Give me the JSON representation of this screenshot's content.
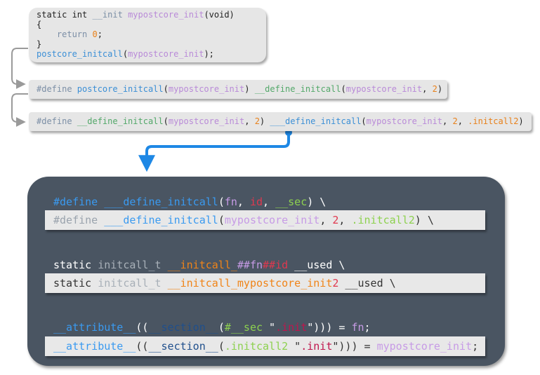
{
  "top_block": {
    "l1_static": "static int ",
    "l1_init": "__init",
    "l1_fn": " mypostcore_init",
    "l1_void": "(void)",
    "l2": "{",
    "l3_return": "    return ",
    "l3_zero": "0",
    "l3_semi": ";",
    "l4": "}",
    "l5_call": "postcore_initcall",
    "l5_paren": "(",
    "l5_arg": "mypostcore_init",
    "l5_end": ");"
  },
  "define1": {
    "kw": "#define ",
    "name": "postcore_initcall",
    "p1": "(",
    "arg": "mypostcore_init",
    "p2": ") ",
    "macro": "__define_initcall",
    "p3": "(",
    "arg2": "mypostcore_init",
    "comma": ", ",
    "num": "2",
    "p4": ")"
  },
  "define2": {
    "kw": "#define ",
    "macro": "__define_initcall",
    "p1": "(",
    "arg": "mypostcore_init",
    "comma": ", ",
    "num": "2",
    "p2": ") ",
    "macro2": "___define_initcall",
    "p3": "(",
    "arg2": "mypostcore_init",
    "comma2": ", ",
    "num2": "2",
    "comma3": ", ",
    "sec": ".initcall2",
    "p4": ")"
  },
  "panel": {
    "row1": {
      "kw": "#define ",
      "macro": "___define_initcall",
      "p1": "(",
      "fn": "fn",
      "c1": ", ",
      "id": "id",
      "c2": ", ",
      "sec": "__sec",
      "end": ") \\"
    },
    "row1_box": {
      "kw": "#define ",
      "macro": "___define_initcall",
      "p1": "(",
      "arg": "mypostcore_init",
      "c1": ", ",
      "num": "2",
      "c2": ", ",
      "sec": ".initcall2",
      "end": ") \\"
    },
    "row2": {
      "static": "static ",
      "type": "initcall_t ",
      "pre": "__initcall_",
      "hash1": "##",
      "fn": "fn",
      "hash2": "##",
      "id": "id",
      "used": " __used \\"
    },
    "row2_box": {
      "static": "static ",
      "type": "initcall_t ",
      "pre": "__initcall_mypostcore_init",
      "num": "2",
      "used": " __used \\"
    },
    "row3": {
      "attr": "__attribute__",
      "p1": "((",
      "section": "__section__",
      "p2": "(",
      "sec": "#__sec",
      "q1": " \"",
      "init": ".init",
      "q2": "\"))) = ",
      "fn": "fn",
      "semi": ";"
    },
    "row3_box": {
      "attr": "__attribute__",
      "p1": "((",
      "section": "__section__",
      "p2": "(",
      "sec": ".initcall2",
      "q1": " \"",
      "init": ".init",
      "q2": "\"))) = ",
      "fn": "mypostcore_init",
      "semi": ";"
    }
  },
  "colors": {
    "accent_blue": "#1e88e5",
    "connector_gray": "#999999",
    "panel_bg": "#4a5562"
  }
}
